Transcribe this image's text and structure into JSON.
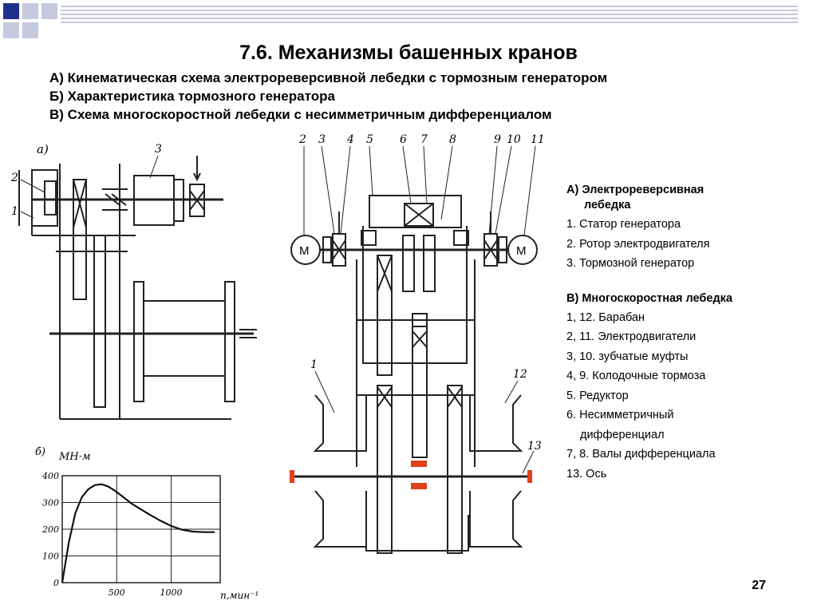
{
  "slide": {
    "title": "7.6. Механизмы башенных кранов",
    "subtitles": [
      "А) Кинематическая схема электрореверсивной лебедки с тормозным генератором",
      "Б) Характеристика тормозного генератора",
      "В) Схема многоскоростной лебедки с несимметричным дифференциалом"
    ],
    "page_number": "27"
  },
  "figure_a": {
    "label": "а)",
    "callouts": [
      "2",
      "1",
      "3"
    ]
  },
  "figure_b": {
    "label": "б)",
    "chart_data": {
      "type": "line",
      "title": "",
      "ylabel": "МН·м",
      "xlabel": "n,мин⁻¹",
      "xlim": [
        0,
        1450
      ],
      "ylim": [
        0,
        400
      ],
      "xticks": [
        "500",
        "1000"
      ],
      "yticks": [
        "0",
        "100",
        "200",
        "300",
        "400"
      ],
      "grid": true,
      "series": [
        {
          "x": [
            0,
            60,
            120,
            180,
            240,
            300,
            360,
            420,
            480,
            560,
            640,
            720,
            800,
            900,
            1000,
            1100,
            1200,
            1300,
            1400
          ],
          "values": [
            0,
            150,
            260,
            320,
            350,
            365,
            368,
            360,
            345,
            320,
            295,
            275,
            255,
            232,
            212,
            198,
            191,
            189,
            189
          ]
        }
      ]
    }
  },
  "figure_c": {
    "callouts": [
      "2",
      "3",
      "4",
      "5",
      "6",
      "7",
      "8",
      "9",
      "10",
      "11",
      "1",
      "12",
      "13"
    ],
    "motor_label": "M"
  },
  "legend": {
    "section_a": {
      "heading": "А) Электрореверсивная",
      "heading_cont": "лебедка",
      "items": [
        "1. Статор генератора",
        "2. Ротор электродвигателя",
        "3. Тормозной генератор"
      ]
    },
    "section_b": {
      "heading": "В) Многоскоростная лебедка",
      "items": [
        "1, 12. Барабан",
        "2, 11. Электродвигатели",
        "3, 10. зубчатые муфты",
        "4, 9. Колодочные тормоза",
        "5. Редуктор",
        "6. Несимметричный"
      ],
      "item_cont": "дифференциал",
      "items_after": [
        "7, 8. Валы дифференциала",
        "13. Ось"
      ]
    }
  },
  "colors": {
    "accent": "#1f2f8c",
    "deco": "#c5c9e0",
    "highlight": "#e0401a"
  }
}
